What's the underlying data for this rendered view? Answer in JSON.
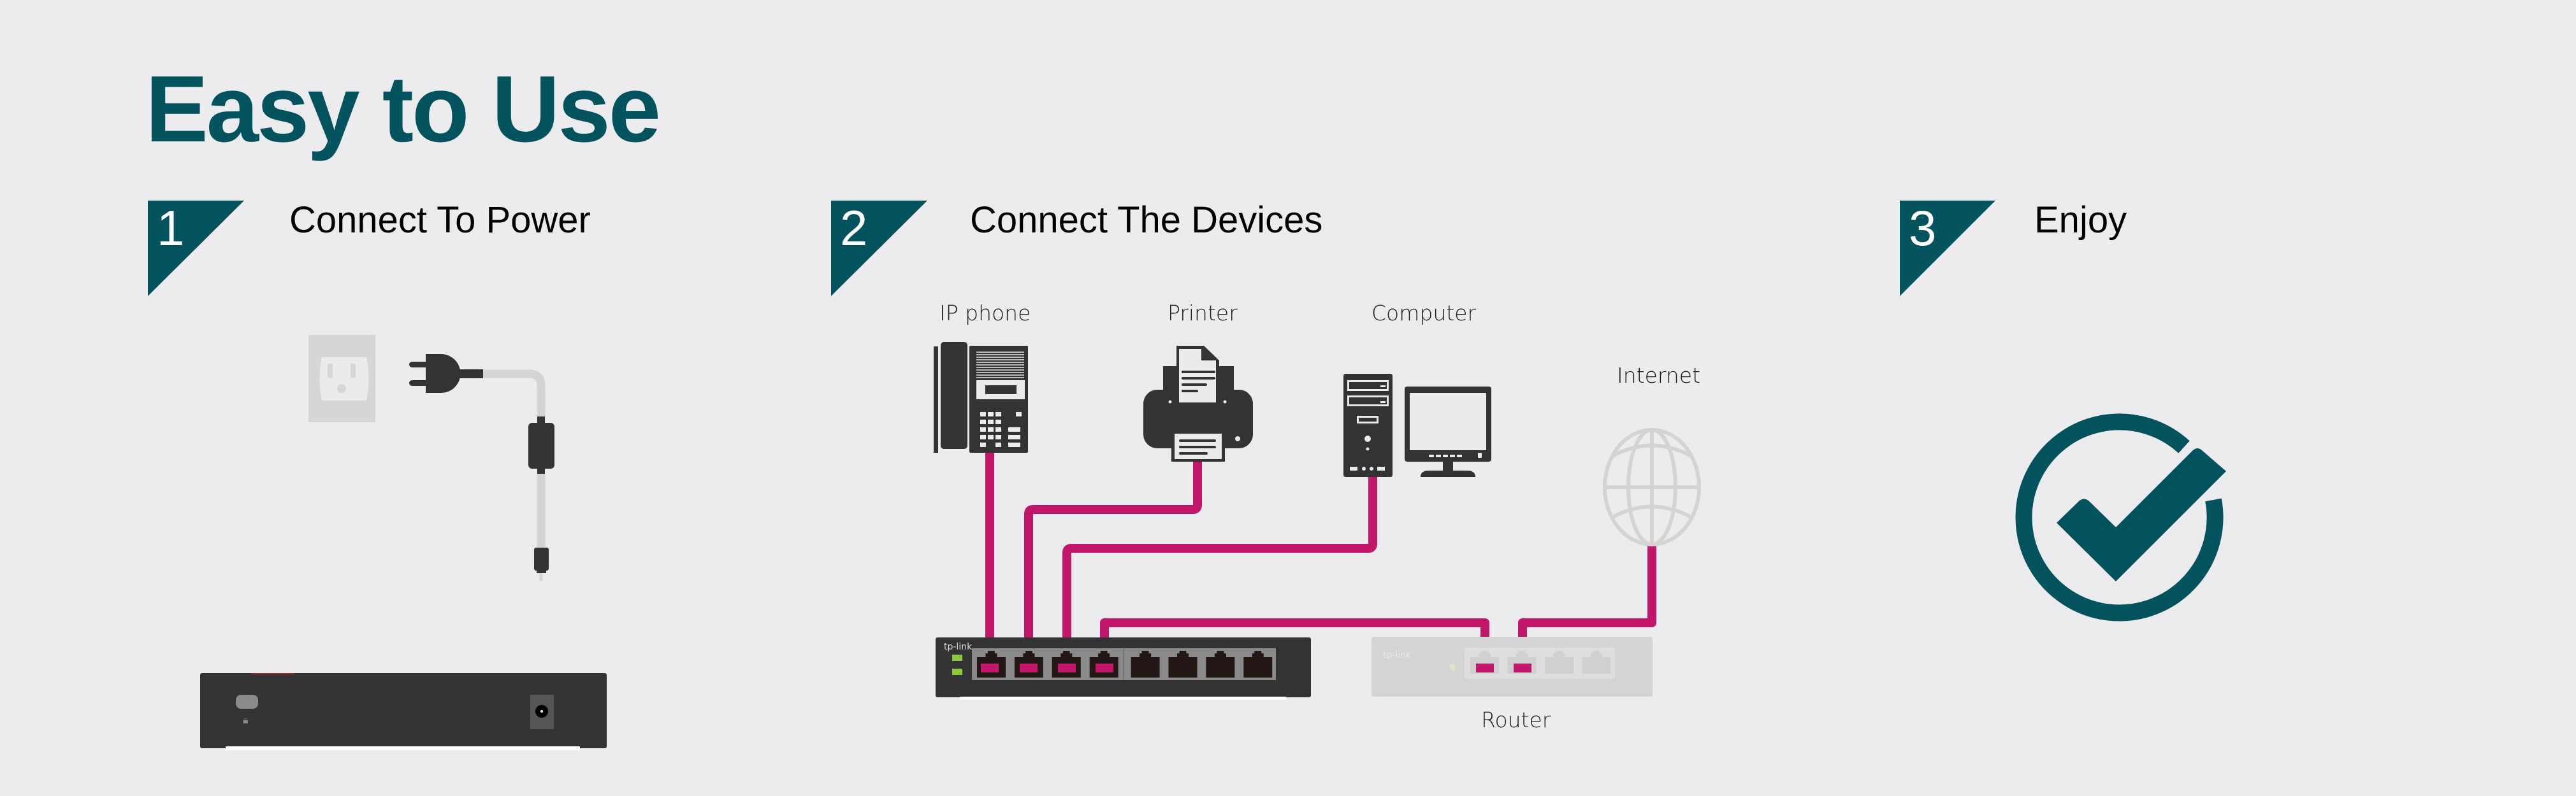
{
  "page": {
    "title": "Easy to Use"
  },
  "steps": [
    {
      "number": "1",
      "label": "Connect To Power"
    },
    {
      "number": "2",
      "label": "Connect The Devices"
    },
    {
      "number": "3",
      "label": "Enjoy"
    }
  ],
  "devices": {
    "ip_phone": "IP phone",
    "printer": "Printer",
    "computer": "Computer",
    "internet": "Internet",
    "router": "Router"
  },
  "brand": {
    "logo_text": "tp-link"
  },
  "colors": {
    "brand_teal": "#03535F",
    "cable_magenta": "#C2166A",
    "device_dark": "#333333",
    "led_green": "#8DC63F",
    "faded_gray": "#D4D4D4",
    "background": "#ECECEE"
  },
  "switch": {
    "port_count": 8,
    "connected_ports": 4
  },
  "router_device": {
    "port_count": 4,
    "connected_ports": 2
  }
}
